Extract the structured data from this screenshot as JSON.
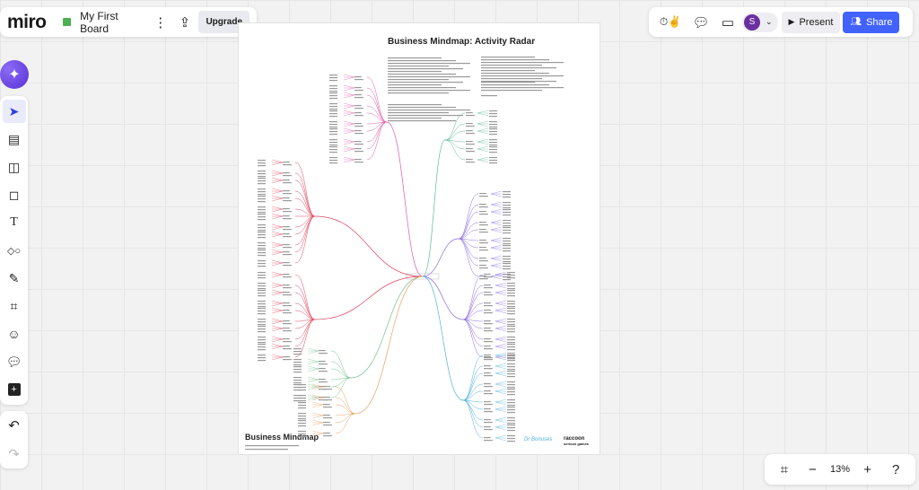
{
  "app": {
    "logo": "miro",
    "board_title": "My First Board",
    "upgrade_label": "Upgrade"
  },
  "topright": {
    "avatar_initial": "S",
    "present_label": "Present",
    "share_label": "Share"
  },
  "tools": [
    "select",
    "notes",
    "templates",
    "sticky-note",
    "text",
    "shapes",
    "pen",
    "frame",
    "stickers",
    "comment",
    "more"
  ],
  "zoom": {
    "level": "13%"
  },
  "board": {
    "title": "Business Mindmap: Activity Radar",
    "footer_title": "Business Mindmap",
    "logos": [
      "Dr Bonuses",
      "raccoon serious games"
    ]
  },
  "colors": {
    "accent": "#4262ff",
    "avatar": "#6b2fa0",
    "branches": [
      "#e05aa8",
      "#e0405a",
      "#e8a060",
      "#6fc28a",
      "#4fb0d8",
      "#8a6be0",
      "#5cb89a"
    ]
  }
}
